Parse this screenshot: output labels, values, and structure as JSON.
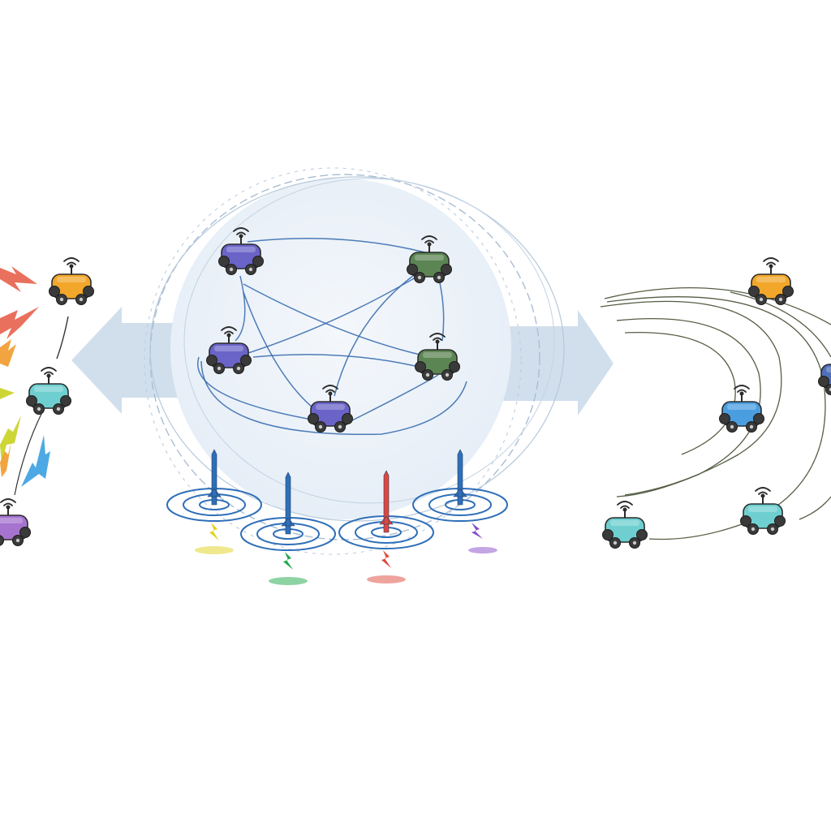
{
  "diagram": {
    "palette": {
      "cluster_fill": "#eef3f9",
      "cluster_outline": "#9fb6cf",
      "arrow_fill": "#c9d9ea",
      "link_blue": "#3c6fb0",
      "orbit_line": "#555e45"
    },
    "center_cluster": {
      "robots": [
        {
          "id": "c1",
          "color": "#6a64c8"
        },
        {
          "id": "c2",
          "color": "#5b8553"
        },
        {
          "id": "c3",
          "color": "#6a64c8"
        },
        {
          "id": "c4",
          "color": "#5b8553"
        },
        {
          "id": "c5",
          "color": "#6a64c8"
        }
      ],
      "beacons": [
        {
          "id": "b1",
          "pin_color": "#2f6fb8",
          "spark_color": "#e0d21c"
        },
        {
          "id": "b2",
          "pin_color": "#2f6fb8",
          "spark_color": "#1ea84a"
        },
        {
          "id": "b3",
          "pin_color": "#e0473c",
          "spark_color": "#e0473c"
        },
        {
          "id": "b4",
          "pin_color": "#2f6fb8",
          "spark_color": "#8a4bc9"
        }
      ]
    },
    "left_group": {
      "robots": [
        {
          "id": "l1",
          "color": "#f2a72b"
        },
        {
          "id": "l2",
          "color": "#6fcfd0"
        },
        {
          "id": "l3",
          "color": "#a673cf"
        }
      ],
      "signal_colors": [
        "#e8604c",
        "#f09a2a",
        "#c8d21f",
        "#3aa0e0"
      ]
    },
    "right_group": {
      "robots": [
        {
          "id": "r1",
          "color": "#f2a72b"
        },
        {
          "id": "r2",
          "color": "#4a9ee0"
        },
        {
          "id": "r3",
          "color": "#6fcfd0"
        },
        {
          "id": "r4",
          "color": "#4f6fb8"
        },
        {
          "id": "r5",
          "color": "#6fcfd0"
        }
      ]
    }
  }
}
